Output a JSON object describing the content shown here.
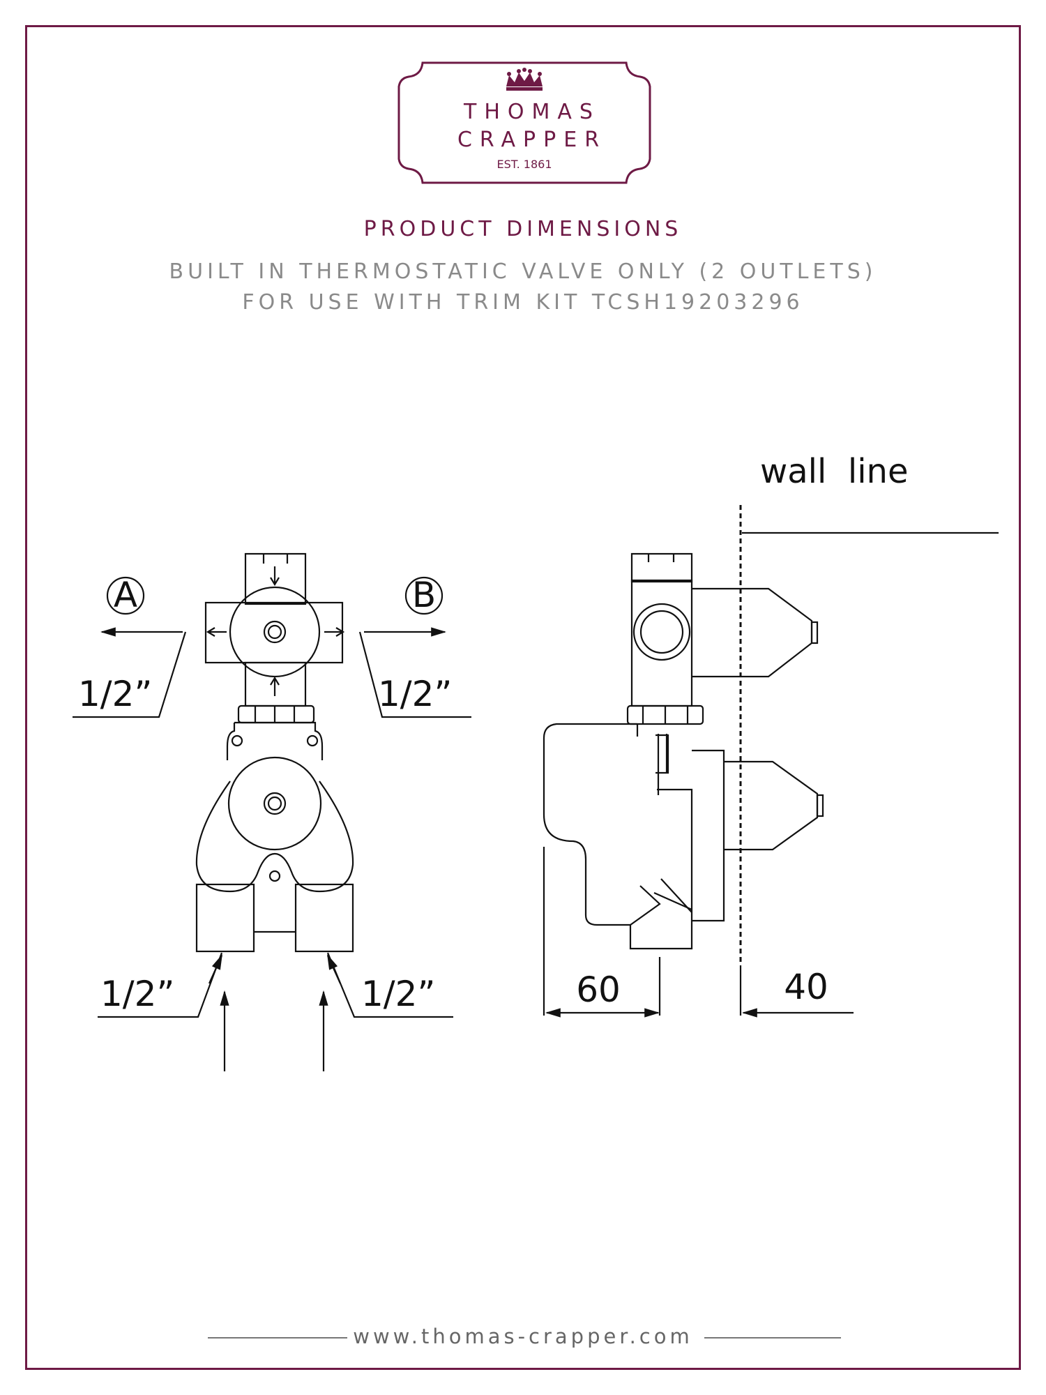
{
  "brand": {
    "line1": "THOMAS",
    "line2": "CRAPPER",
    "established": "EST. 1861",
    "color": "#6e1a45"
  },
  "heading": {
    "title": "PRODUCT DIMENSIONS",
    "subtitle_line1": "BUILT IN THERMOSTATIC VALVE ONLY (2 OUTLETS)",
    "subtitle_line2": "FOR USE WITH TRIM KIT TCSH19203296"
  },
  "drawing": {
    "outlet_a": "A",
    "outlet_b": "B",
    "outlet_a_size": "1/2”",
    "outlet_b_size": "1/2”",
    "inlet_left_size": "1/2”",
    "inlet_right_size": "1/2”",
    "wall_label": "wall  line",
    "dim_depth": "60",
    "dim_projection": "40"
  },
  "footer": {
    "website": "www.thomas-crapper.com"
  }
}
